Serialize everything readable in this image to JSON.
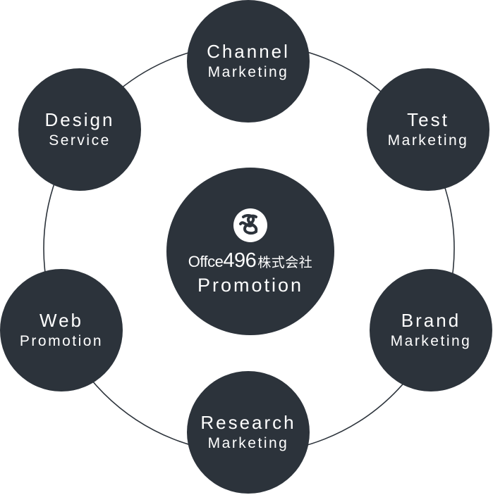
{
  "center": {
    "logo": "office496-logo-icon",
    "brand_latin": "Offce",
    "brand_number": "496",
    "brand_jp": "株式会社",
    "title": "Promotion"
  },
  "nodes": {
    "channel": {
      "line1": "Channel",
      "line2": "Marketing"
    },
    "test": {
      "line1": "Test",
      "line2": "Marketing"
    },
    "brand": {
      "line1": "Brand",
      "line2": "Marketing"
    },
    "research": {
      "line1": "Research",
      "line2": "Marketing"
    },
    "web": {
      "line1": "Web",
      "line2": "Promotion"
    },
    "design": {
      "line1": "Design",
      "line2": "Service"
    }
  },
  "colors": {
    "node_fill": "#2c333b",
    "ring_stroke": "#2c333b",
    "text": "#ffffff"
  }
}
